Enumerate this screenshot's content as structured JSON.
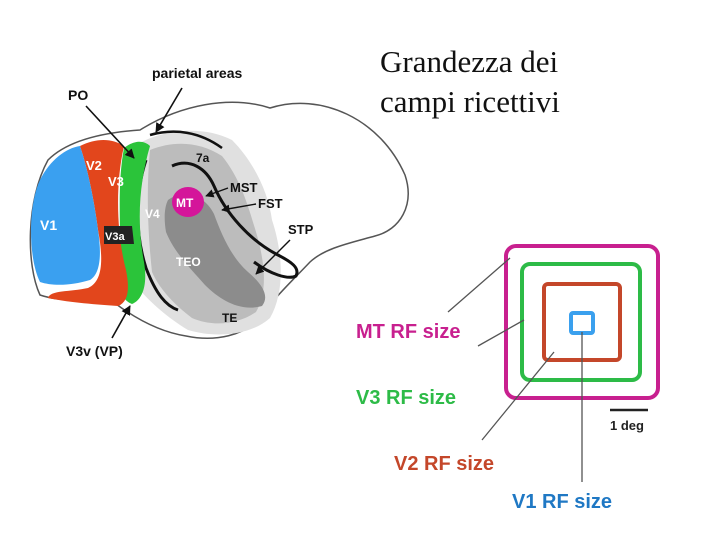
{
  "slide": {
    "title_line1": "Grandezza dei",
    "title_line2": "campi ricettivi"
  },
  "brain": {
    "labels": {
      "parietal": "parietal areas",
      "po": "PO",
      "v2": "V2",
      "v3": "V3",
      "v1": "V1",
      "v3a": "V3a",
      "v4": "V4",
      "mt": "MT",
      "a7": "7a",
      "mst": "MST",
      "fst": "FST",
      "stp": "STP",
      "teo": "TEO",
      "te": "TE",
      "v3v": "V3v (VP)"
    },
    "colors": {
      "v1": "#3aa0f0",
      "v2": "#e2461c",
      "v3": "#2bc43a",
      "mt": "#d4159a",
      "gray_dark": "#8a8a8a",
      "gray_mid": "#bdbdbd",
      "gray_light": "#e2e2e2"
    }
  },
  "rf_diagram": {
    "scale_label": "1 deg",
    "labels": {
      "mt": "MT RF size",
      "v3": "V3 RF size",
      "v2": "V2 RF size",
      "v1": "V1 RF size"
    },
    "colors": {
      "mt": "#c8208f",
      "v3": "#2dbb47",
      "v2": "#c4472a",
      "v1": "#1f78c4"
    }
  }
}
